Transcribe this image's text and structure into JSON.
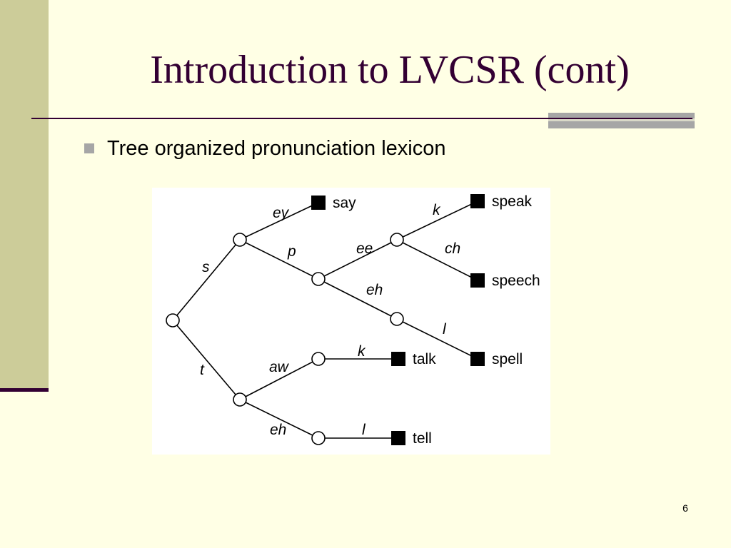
{
  "slide": {
    "title": "Introduction to LVCSR (cont)",
    "bullet": "Tree organized pronunciation lexicon",
    "page_number": "6"
  },
  "colors": {
    "background": "#FFFFE5",
    "side_band": "#CCCC99",
    "accent_dark": "#330033",
    "bullet_grey": "#A6A6A6"
  },
  "tree": {
    "nodes": [
      {
        "id": "root",
        "kind": "state"
      },
      {
        "id": "s",
        "kind": "state"
      },
      {
        "id": "t",
        "kind": "state"
      },
      {
        "id": "p",
        "kind": "state"
      },
      {
        "id": "ee",
        "kind": "state"
      },
      {
        "id": "eh1",
        "kind": "state"
      },
      {
        "id": "aw",
        "kind": "state"
      },
      {
        "id": "eh2",
        "kind": "state"
      },
      {
        "id": "say",
        "kind": "word",
        "word": "say"
      },
      {
        "id": "speak",
        "kind": "word",
        "word": "speak"
      },
      {
        "id": "speech",
        "kind": "word",
        "word": "speech"
      },
      {
        "id": "spell",
        "kind": "word",
        "word": "spell"
      },
      {
        "id": "talk",
        "kind": "word",
        "word": "talk"
      },
      {
        "id": "tell",
        "kind": "word",
        "word": "tell"
      }
    ],
    "edges": [
      {
        "from": "root",
        "to": "s",
        "phone": "s"
      },
      {
        "from": "root",
        "to": "t",
        "phone": "t"
      },
      {
        "from": "s",
        "to": "say",
        "phone": "ey"
      },
      {
        "from": "s",
        "to": "p",
        "phone": "p"
      },
      {
        "from": "p",
        "to": "ee",
        "phone": "ee"
      },
      {
        "from": "p",
        "to": "eh1",
        "phone": "eh"
      },
      {
        "from": "ee",
        "to": "speak",
        "phone": "k"
      },
      {
        "from": "ee",
        "to": "speech",
        "phone": "ch"
      },
      {
        "from": "eh1",
        "to": "spell",
        "phone": "l"
      },
      {
        "from": "t",
        "to": "aw",
        "phone": "aw"
      },
      {
        "from": "t",
        "to": "eh2",
        "phone": "eh"
      },
      {
        "from": "aw",
        "to": "talk",
        "phone": "k"
      },
      {
        "from": "eh2",
        "to": "tell",
        "phone": "l"
      }
    ]
  }
}
